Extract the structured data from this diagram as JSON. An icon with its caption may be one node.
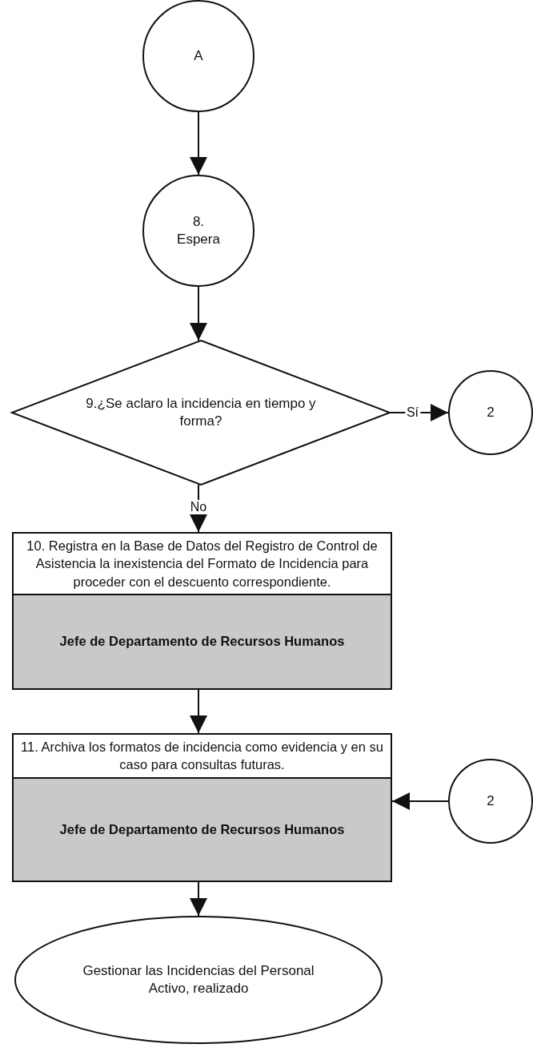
{
  "diagram": {
    "nodes": [
      {
        "text": [
          "A"
        ]
      },
      {
        "text": [
          "8. Espera"
        ]
      },
      {
        "text": [
          "9.¿Se aclaro la incidencia en tiempo y forma?"
        ]
      },
      {
        "text": [
          "2"
        ]
      },
      {
        "text": [
          "10. Registra en la Base de Datos del Registro de Control de Asistencia la inexistencia del Formato de Incidencia para proceder con el descuento correspondiente.",
          "Jefe de Departamento de Recursos Humanos"
        ]
      },
      {
        "text": [
          "11. Archiva los formatos de incidencia como evidencia y en su caso para consultas futuras.",
          "Jefe de Departamento de Recursos Humanos"
        ]
      },
      {
        "text": [
          "2"
        ]
      },
      {
        "text": [
          "Gestionar las Incidencias del Personal Activo, realizado"
        ]
      }
    ],
    "edges": [
      {
        "from": 0,
        "to": 1,
        "arrow": "to"
      },
      {
        "from": 1,
        "to": 2,
        "arrow": "to"
      },
      {
        "from": 2,
        "to": 3,
        "arrow": "to",
        "label": "Sí"
      },
      {
        "from": 2,
        "to": 4,
        "arrow": "to",
        "label": "No"
      },
      {
        "from": 4,
        "to": 5,
        "arrow": "to"
      },
      {
        "from": 6,
        "to": 5,
        "arrow": "to"
      },
      {
        "from": 5,
        "to": 7,
        "arrow": "to"
      }
    ]
  }
}
